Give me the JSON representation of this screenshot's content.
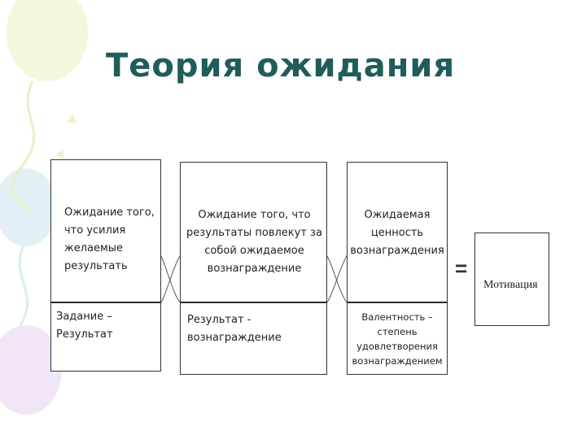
{
  "title": "Теория ожидания",
  "columns": [
    {
      "top": "Ожидание того,\nчто усилия\nжелаемые\nрезультать",
      "bottom": "Задание –\nРезультат"
    },
    {
      "top": "Ожидание того, что\nрезультаты повлекут за\nсобой ожидаемое\nвознаграждение",
      "bottom": "Результат -\nвознаграждение"
    },
    {
      "top": "Ожидаемая\nценность\nвознаграждения",
      "bottom": "Валентность –\nстепень\nудовлетворения\nвознаграждением"
    }
  ],
  "equals": "=",
  "result": "Мотивация",
  "colors": {
    "title": "#1f5c5a",
    "border": "#333333"
  }
}
